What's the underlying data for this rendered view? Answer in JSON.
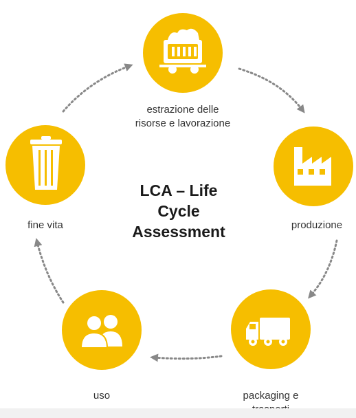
{
  "title_lines": [
    "LCA – Life",
    "Cycle",
    "Assessment"
  ],
  "stages": [
    {
      "id": "extraction",
      "icon": "mine-cart-icon",
      "label_lines": [
        "estrazione delle",
        "risorse e lavorazione"
      ]
    },
    {
      "id": "production",
      "icon": "factory-icon",
      "label_lines": [
        "produzione"
      ]
    },
    {
      "id": "packaging",
      "icon": "truck-icon",
      "label_lines": [
        "packaging e",
        "trasporti"
      ]
    },
    {
      "id": "use",
      "icon": "people-icon",
      "label_lines": [
        "uso"
      ]
    },
    {
      "id": "end-of-life",
      "icon": "trash-bin-icon",
      "label_lines": [
        "fine vita"
      ]
    }
  ],
  "colors": {
    "accent": "#F6BE00",
    "icon": "#ffffff",
    "arrow": "#888888",
    "text": "#333333"
  }
}
